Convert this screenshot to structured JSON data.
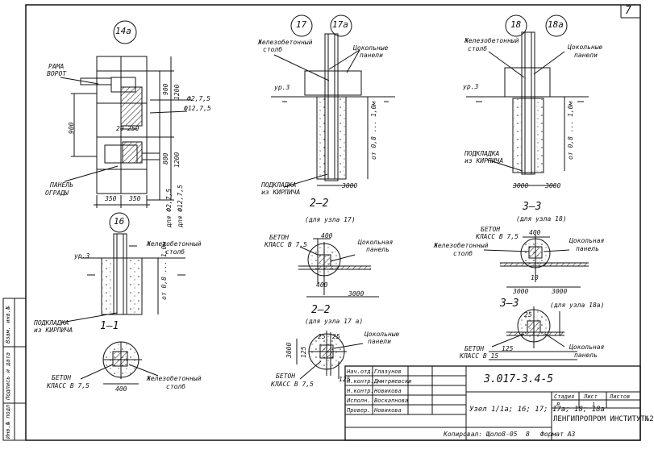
{
  "sheet": {
    "sheet_number": "7",
    "code": "3.017-3.4-5",
    "title": "Узел 1/1а; 16; 17; 17а; 18; 18а",
    "institute": "ЛЕНГИПРОПРОМ ИНСТИТУТ№2",
    "stage_header": "Стадия",
    "sheet_header": "Лист",
    "sheets_header": "Листов",
    "stage_value": "Р",
    "sheet_value": "1",
    "copied": "Копировал: Щоло8-05",
    "copied_num": "8",
    "format": "Формат А3"
  },
  "stamp": {
    "rows": [
      {
        "role": "Нач.отд.",
        "name": "Глазунов"
      },
      {
        "role": "Н.контр.",
        "name": "Дмитриевски"
      },
      {
        "role": "Н.контр.",
        "name": "Новикова"
      },
      {
        "role": "Исполн.",
        "name": "Воскапнова"
      },
      {
        "role": "Провер.",
        "name": "Новикова"
      }
    ]
  },
  "margin": {
    "inv": "Инв.№ подл.",
    "sign": "Подпись и дата",
    "replace": "Взам. инв.№"
  },
  "nodes": {
    "n14a": "14а",
    "n17": "17",
    "n17a": "17а",
    "n18": "18",
    "n18a": "18а",
    "n16": "16"
  },
  "labels": {
    "rama": "РАМА",
    "vorot": "ВОРОТ",
    "panel": "ПАНЕЛЬ",
    "ogrady": "ОГРАДЫ",
    "zhb1": "Железобетонный",
    "zhb2": "столб",
    "tsok1": "Цокольные",
    "tsok2": "панели",
    "tsok_single1": "Цокольная",
    "tsok_single2": "панель",
    "podkl1": "ПОДКЛАДКА",
    "podkl2": "из КИРПИЧА",
    "beton1": "БЕТОН",
    "beton2": "КЛАСС В 7,5",
    "beton15": "КЛАСС В 15",
    "ur3": "ур.3",
    "depth": "от 0,8 ... 1,0м",
    "dla_f": "для Ф2,7,5",
    "dla_f2": "для Ф12,7,5",
    "f275": "Ф2,7,5",
    "f1275": "Ф12,7,5"
  },
  "sections": {
    "s11": "1—1",
    "s22": "2—2",
    "s22_sub": "(для узла 17)",
    "s22a": "2—2",
    "s22a_sub": "(для узла 17 а)",
    "s33": "3—3",
    "s33_sub": "(для узла 18)",
    "s33a": "3—3",
    "s33a_sub": "(для узла 18а)"
  },
  "dims": {
    "d350a": "350",
    "d350b": "350",
    "d900": "900",
    "d800": "800",
    "d1200a": "1200",
    "d1200b": "1200",
    "d900b": "900",
    "d20": "20",
    "d250": "250",
    "d3000a": "3000",
    "d3000b": "3000",
    "d3000c": "3000",
    "d3000d": "3000",
    "d3000e": "3000",
    "d3000f": "3000",
    "d3000g": "3000",
    "d400a": "400",
    "d400b": "400",
    "d400c": "400",
    "d10": "10",
    "d125": "125",
    "d125b": "125",
    "d25a": "25",
    "d25b": "25",
    "d25c": "25",
    "d125v": "125"
  }
}
